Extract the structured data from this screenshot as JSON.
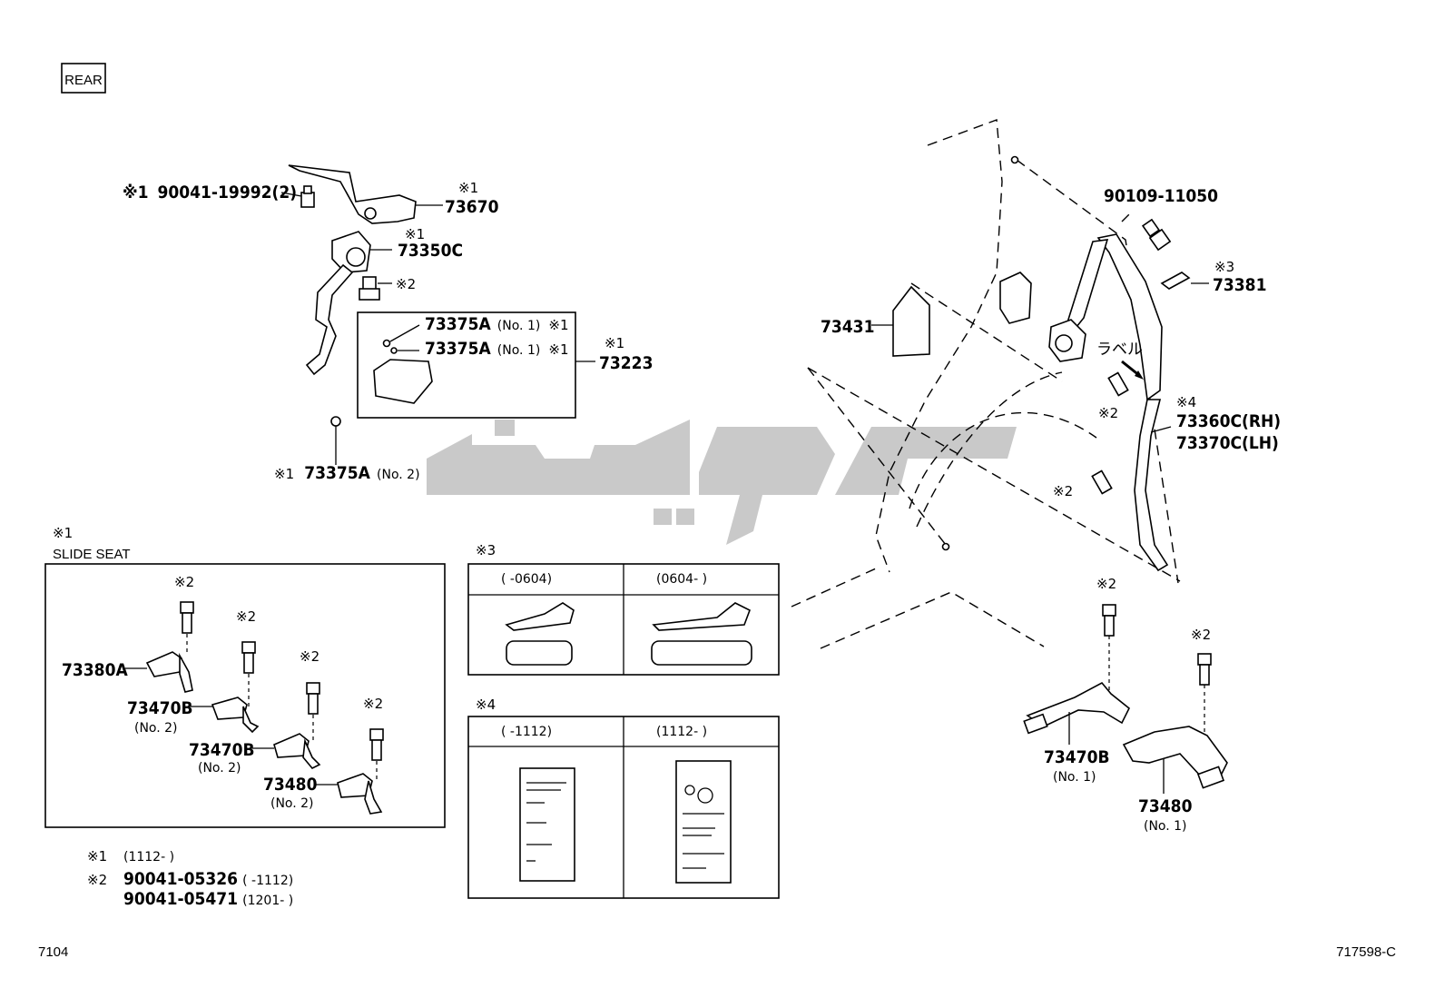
{
  "header": {
    "rear_tag": "REAR"
  },
  "top_left_assembly": {
    "bolt_90041_19992": {
      "mark": "※1",
      "code": "90041-19992(2)"
    },
    "part_73670": {
      "mark": "※1",
      "code": "73670"
    },
    "part_73350C": {
      "mark": "※1",
      "code": "73350C"
    },
    "bolt_mark": "※2",
    "box_73223": {
      "line1": {
        "code": "73375A",
        "sub": "(No. 1)",
        "mark": "※1"
      },
      "line2": {
        "code": "73375A",
        "sub": "(No. 1)",
        "mark": "※1"
      },
      "assembly": {
        "mark": "※1",
        "code": "73223"
      }
    },
    "part_73375A_no2": {
      "mark": "※1",
      "code": "73375A",
      "sub": "(No. 2)"
    }
  },
  "slide_seat": {
    "mark": "※1",
    "title": "SLIDE SEAT",
    "bolt_mark": "※2",
    "parts": [
      {
        "code": "73380A",
        "sub": ""
      },
      {
        "code": "73470B",
        "sub": "(No. 2)"
      },
      {
        "code": "73470B",
        "sub": "(No. 2)"
      },
      {
        "code": "73480",
        "sub": "(No. 2)"
      }
    ]
  },
  "notes": {
    "n1": {
      "mark": "※1",
      "text": "(1112-      )"
    },
    "n2": {
      "mark": "※2",
      "code1": "90041-05326",
      "range1": "(      -1112)",
      "code2": "90041-05471",
      "range2": "(1201-      )"
    }
  },
  "variant_table_3": {
    "mark": "※3",
    "headers": [
      "(      -0604)",
      "(0604-      )"
    ]
  },
  "variant_table_4": {
    "mark": "※4",
    "headers": [
      "(      -1112)",
      "(1112-      )"
    ]
  },
  "right_assembly": {
    "bolt_90109_11050": "90109-11050",
    "part_73381": {
      "mark": "※3",
      "code": "73381"
    },
    "part_73431": "73431",
    "label_jp": "ラベル",
    "bolt_mark": "※2",
    "belt": {
      "mark": "※4",
      "rh": "73360C(RH)",
      "lh": "73370C(LH)"
    },
    "part_73470B_no1": {
      "code": "73470B",
      "sub": "(No. 1)"
    },
    "part_73480_no1": {
      "code": "73480",
      "sub": "(No. 1)"
    }
  },
  "footer": {
    "left_code": "7104",
    "right_code": "717598-C"
  }
}
